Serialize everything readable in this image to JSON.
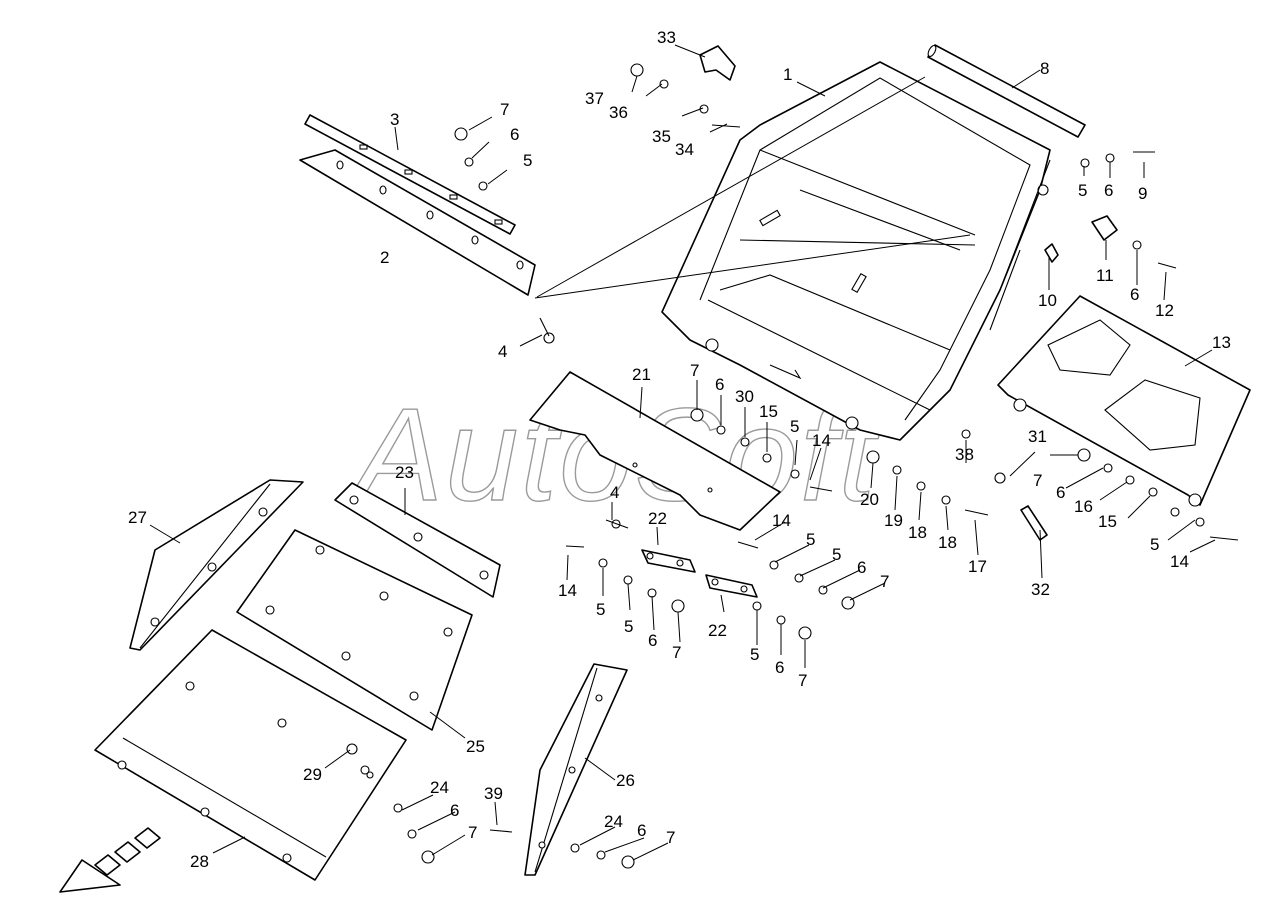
{
  "watermark": "AutoSoft",
  "callouts": [
    "1",
    "2",
    "3",
    "4",
    "5",
    "6",
    "7",
    "8",
    "9",
    "10",
    "11",
    "12",
    "13",
    "14",
    "15",
    "16",
    "17",
    "18",
    "19",
    "20",
    "21",
    "22",
    "23",
    "24",
    "25",
    "26",
    "27",
    "28",
    "29",
    "30",
    "31",
    "32",
    "33",
    "34",
    "35",
    "36",
    "37",
    "38",
    "39"
  ],
  "icons": {
    "direction_arrow": "direction-arrow-icon"
  }
}
